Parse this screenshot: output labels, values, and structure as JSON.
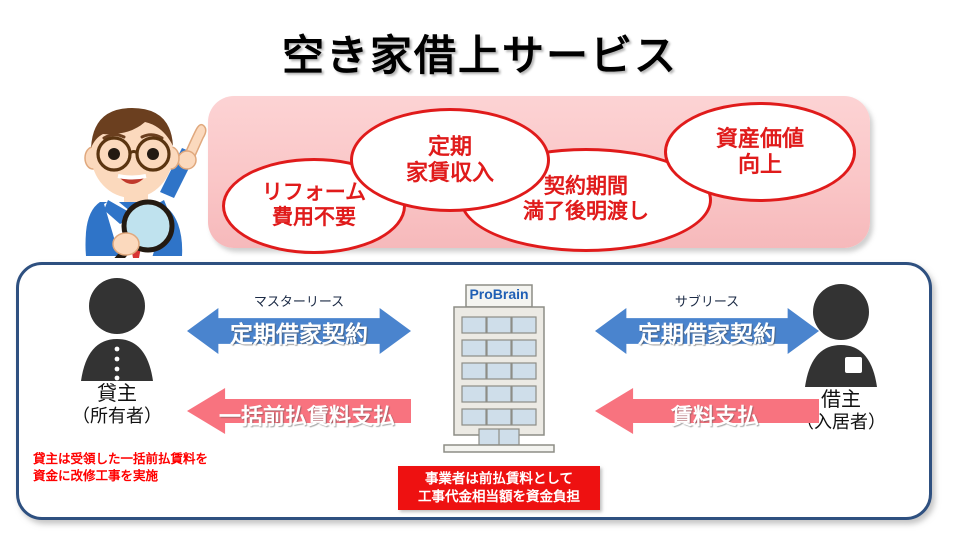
{
  "page": {
    "title": "空き家借上サービス"
  },
  "benefits": {
    "bubbles": [
      {
        "id": "reform",
        "lines": [
          "リフォーム",
          "費用不要"
        ]
      },
      {
        "id": "rent",
        "lines": [
          "定期",
          "家賃収入"
        ]
      },
      {
        "id": "handover",
        "lines": [
          "契約期間",
          "満了後明渡し"
        ]
      },
      {
        "id": "value",
        "lines": [
          "資産価値",
          "向上"
        ]
      }
    ],
    "banner_color": "#fac6c7",
    "bubble_border_color": "#e01b1b",
    "bubble_text_color": "#e01b1b"
  },
  "mascot": {
    "icon": "businessman-with-magnifier-icon",
    "hair_color": "#6b3f1f",
    "suit_color": "#2f74c8",
    "tie_color": "#d83434",
    "skin_color": "#fbd9bd"
  },
  "flow": {
    "lessor": {
      "icon": "person-lessor-icon",
      "name": "貸主",
      "sub": "（所有者）",
      "note_lines": [
        "貸主は受領した一括前払賃料を",
        "資金に改修工事を実施"
      ],
      "note_color": "#ff0000"
    },
    "lessee": {
      "icon": "person-lessee-icon",
      "name": "借主",
      "sub": "（入居者）"
    },
    "building": {
      "icon": "office-building-icon",
      "sign_label": "ProBrain",
      "sign_color": "#1f5fb5",
      "floors": 5,
      "windows_per_floor": 3,
      "wall_color": "#ebebe6",
      "window_color": "#cfdeea"
    },
    "arrows": {
      "master_lease": {
        "caption": "マスターリース",
        "label": "定期借家契約",
        "color": "#4a84ce",
        "direction": "bidirectional"
      },
      "sub_lease": {
        "caption": "サブリース",
        "label": "定期借家契約",
        "color": "#4a84ce",
        "direction": "bidirectional"
      },
      "prepaid_rent": {
        "label": "一括前払賃料支払",
        "color": "#f8737f",
        "direction": "left"
      },
      "rent_payment": {
        "label": "賃料支払",
        "color": "#f8737f",
        "direction": "left"
      }
    },
    "provider_note": {
      "lines": [
        "事業者は前払賃料として",
        "工事代金相当額を資金負担"
      ],
      "background": "#ee1111",
      "text_color": "#ffffff"
    },
    "panel_border_color": "#2e5080"
  }
}
